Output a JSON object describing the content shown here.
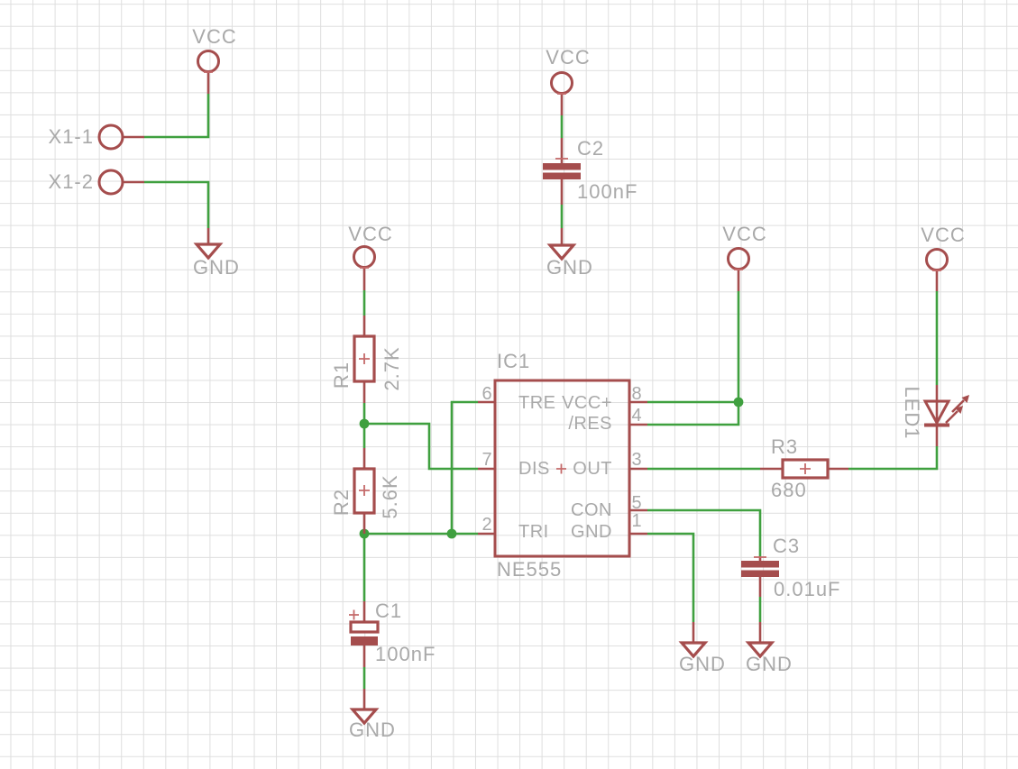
{
  "colors": {
    "background": "#ffffff",
    "grid": "#dedede",
    "wire": "#3fa03f",
    "symbol": "#a54d4d",
    "origin": "#c46a6a",
    "text": "#a9a9a9"
  },
  "power": {
    "vcc": "VCC",
    "gnd": "GND"
  },
  "connector": {
    "pin1": "X1-1",
    "pin2": "X1-2"
  },
  "components": {
    "r1": {
      "ref": "R1",
      "value": "2.7K"
    },
    "r2": {
      "ref": "R2",
      "value": "5.6K"
    },
    "r3": {
      "ref": "R3",
      "value": "680"
    },
    "c1": {
      "ref": "C1",
      "value": "100nF"
    },
    "c2": {
      "ref": "C2",
      "value": "100nF"
    },
    "c3": {
      "ref": "C3",
      "value": "0.01uF"
    },
    "led1": {
      "ref": "LED1"
    },
    "ic1": {
      "ref": "IC1",
      "value": "NE555",
      "pins": {
        "p6": {
          "num": "6",
          "name": "TRE"
        },
        "p7": {
          "num": "7",
          "name": "DIS"
        },
        "p2": {
          "num": "2",
          "name": "TRI"
        },
        "p8": {
          "num": "8",
          "name": "VCC+"
        },
        "p4": {
          "num": "4",
          "name": "/RES"
        },
        "p3": {
          "num": "3",
          "name": "OUT"
        },
        "p5": {
          "num": "5",
          "name": "CON"
        },
        "p1": {
          "num": "1",
          "name": "GND"
        }
      }
    }
  }
}
